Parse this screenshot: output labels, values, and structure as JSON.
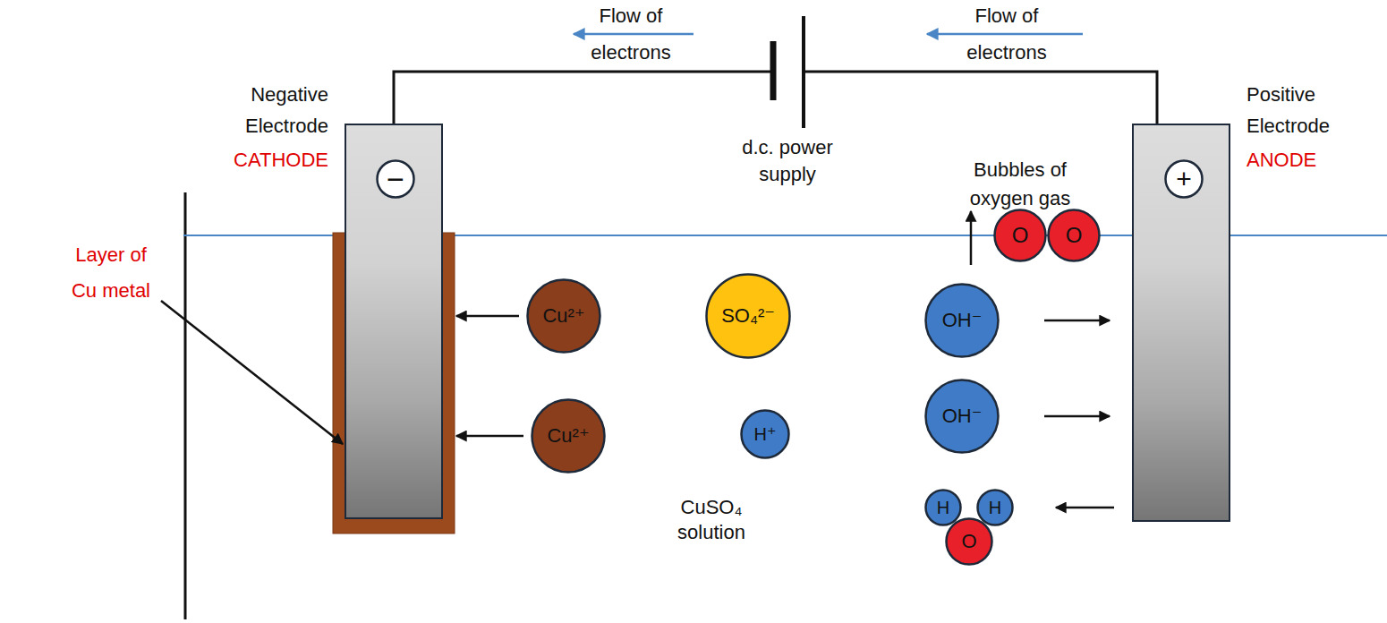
{
  "diagram": {
    "nodes": [
      {
        "text": [
          "Negative Electrode",
          "CATHODE"
        ]
      },
      {
        "text": [
          "−"
        ],
        "in": 0
      },
      {
        "text": [
          "Positive Electrode",
          "ANODE"
        ]
      },
      {
        "text": [
          "+"
        ],
        "in": 2
      },
      {
        "text": [
          "O"
        ]
      },
      {
        "text": [
          "O"
        ]
      },
      {
        "text": [
          "Cu²⁺"
        ]
      },
      {
        "text": [
          "SO₄²⁻"
        ]
      },
      {
        "text": [
          "OH⁻"
        ]
      },
      {
        "text": [
          "Cu²⁺"
        ]
      },
      {
        "text": [
          "H⁺"
        ]
      },
      {
        "text": [
          "OH⁻"
        ]
      },
      {
        "text": [
          "H"
        ]
      },
      {
        "text": [
          "H"
        ]
      },
      {
        "text": [
          "O"
        ]
      }
    ],
    "edges": [
      {
        "from": 6,
        "to": 0,
        "arrow": "to"
      },
      {
        "from": 9,
        "to": 0,
        "arrow": "to"
      },
      {
        "from": 8,
        "to": 2,
        "arrow": "to"
      },
      {
        "from": 11,
        "to": 2,
        "arrow": "to"
      },
      {
        "from": 2,
        "to": 13,
        "arrow": "to"
      }
    ],
    "labels": [
      "Flow of electrons",
      "Flow of electrons",
      "d.c. power supply",
      "Bubbles of oxygen gas",
      "Layer of Cu metal",
      "CuSO₄ solution"
    ]
  }
}
